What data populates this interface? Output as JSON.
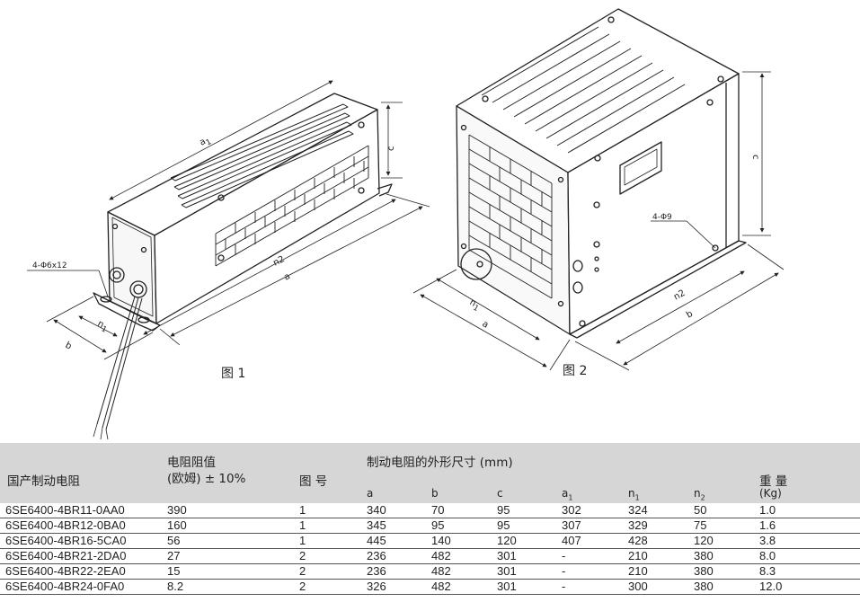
{
  "figures": {
    "fig1": {
      "caption": "图 1",
      "labels": {
        "a1": "a",
        "a1_sub": "1",
        "c": "c",
        "n2": "n2",
        "a": "a",
        "hole": "4-Φ6x12",
        "n1": "n",
        "n1_sub": "1",
        "b": "b"
      }
    },
    "fig2": {
      "caption": "图 2",
      "labels": {
        "c": "c",
        "hole": "4-Φ9",
        "n1": "n",
        "n1_sub": "1",
        "a": "a",
        "n2": "n2",
        "b": "b"
      }
    }
  },
  "table": {
    "headers": {
      "model": "国产制动电阻",
      "resistance_line1": "电阻阻值",
      "resistance_line2": "(欧姆) ± 10%",
      "figure": "图 号",
      "dimensions": "制动电阻的外形尺寸 (mm)",
      "weight_line1": "重 量",
      "weight_line2": "(Kg)"
    },
    "dim_columns": [
      {
        "label": "a",
        "sub": ""
      },
      {
        "label": "b",
        "sub": ""
      },
      {
        "label": "c",
        "sub": ""
      },
      {
        "label": "a",
        "sub": "1"
      },
      {
        "label": "n",
        "sub": "1"
      },
      {
        "label": "n",
        "sub": "2"
      }
    ],
    "rows": [
      {
        "model": "6SE6400-4BR11-0AA0",
        "resistance": "390",
        "figure": "1",
        "a": "340",
        "b": "70",
        "c": "95",
        "a1": "302",
        "n1": "324",
        "n2": "50",
        "weight": "1.0"
      },
      {
        "model": "6SE6400-4BR12-0BA0",
        "resistance": "160",
        "figure": "1",
        "a": "345",
        "b": "95",
        "c": "95",
        "a1": "307",
        "n1": "329",
        "n2": "75",
        "weight": "1.6"
      },
      {
        "model": "6SE6400-4BR16-5CA0",
        "resistance": "56",
        "figure": "1",
        "a": "445",
        "b": "140",
        "c": "120",
        "a1": "407",
        "n1": "428",
        "n2": "120",
        "weight": "3.8"
      },
      {
        "model": "6SE6400-4BR21-2DA0",
        "resistance": "27",
        "figure": "2",
        "a": "236",
        "b": "482",
        "c": "301",
        "a1": "-",
        "n1": "210",
        "n2": "380",
        "weight": "8.0"
      },
      {
        "model": "6SE6400-4BR22-2EA0",
        "resistance": "15",
        "figure": "2",
        "a": "236",
        "b": "482",
        "c": "301",
        "a1": "-",
        "n1": "210",
        "n2": "380",
        "weight": "8.3"
      },
      {
        "model": "6SE6400-4BR24-0FA0",
        "resistance": "8.2",
        "figure": "2",
        "a": "326",
        "b": "482",
        "c": "301",
        "a1": "-",
        "n1": "300",
        "n2": "380",
        "weight": "12.0"
      }
    ]
  }
}
